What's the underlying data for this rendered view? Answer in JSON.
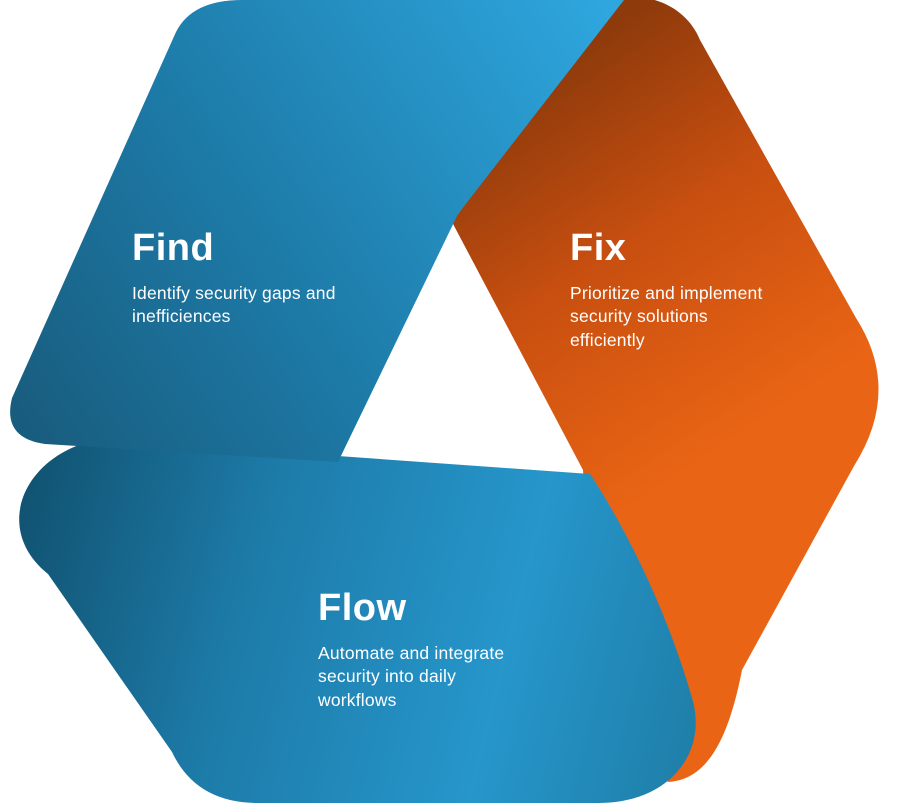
{
  "sections": {
    "find": {
      "title": "Find",
      "description": "Identify security gaps and inefficiences"
    },
    "fix": {
      "title": "Fix",
      "description": "Prioritize and implement security solutions efficiently"
    },
    "flow": {
      "title": "Flow",
      "description": "Automate and integrate security into daily workflows"
    }
  },
  "colors": {
    "blue_deep": "#185a7b",
    "blue_mid": "#1d7ba8",
    "blue_bright": "#2ea6de",
    "blue_dark": "#10506e",
    "blue_body": "#2696cb",
    "blue_fold_end": "#1f7fa9",
    "orange_dark": "#8e3a0b",
    "orange_mid": "#c84f10",
    "orange_bright": "#e96414",
    "text": "#ffffff"
  }
}
